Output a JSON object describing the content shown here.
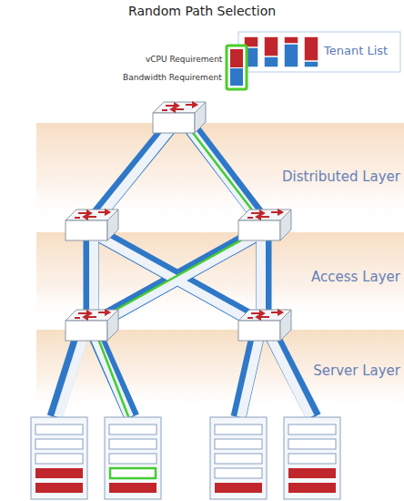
{
  "diagram": {
    "title": "Random Path Selection",
    "nodes": [
      {
        "text": [
          "Tenant List"
        ]
      },
      {
        "text": [
          "Distributed Layer"
        ]
      },
      {
        "text": [
          "Access Layer"
        ]
      },
      {
        "text": [
          "Server Layer"
        ]
      }
    ],
    "labels": [
      "vCPU Requirement",
      "Bandwidth Requirement"
    ]
  }
}
